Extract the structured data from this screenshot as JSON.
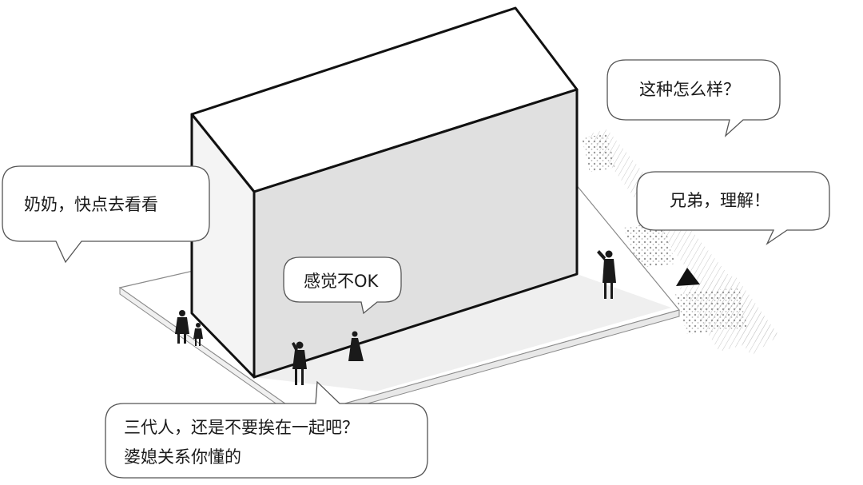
{
  "bubbles": {
    "zenme": "这种怎么样？",
    "xiongdi": "兄弟，理解！",
    "nainai": "奶奶，快点去看看",
    "ganjue": "感觉不OK",
    "sandai_line1": "三代人，还是不要挨在一起吧？",
    "sandai_line2": "婆媳关系你懂的"
  },
  "colors": {
    "building_top": "#ffffff",
    "building_front": "#e2e2e2",
    "building_side": "#f3f3f3",
    "outline": "#111111",
    "figure": "#1a1a1a"
  }
}
